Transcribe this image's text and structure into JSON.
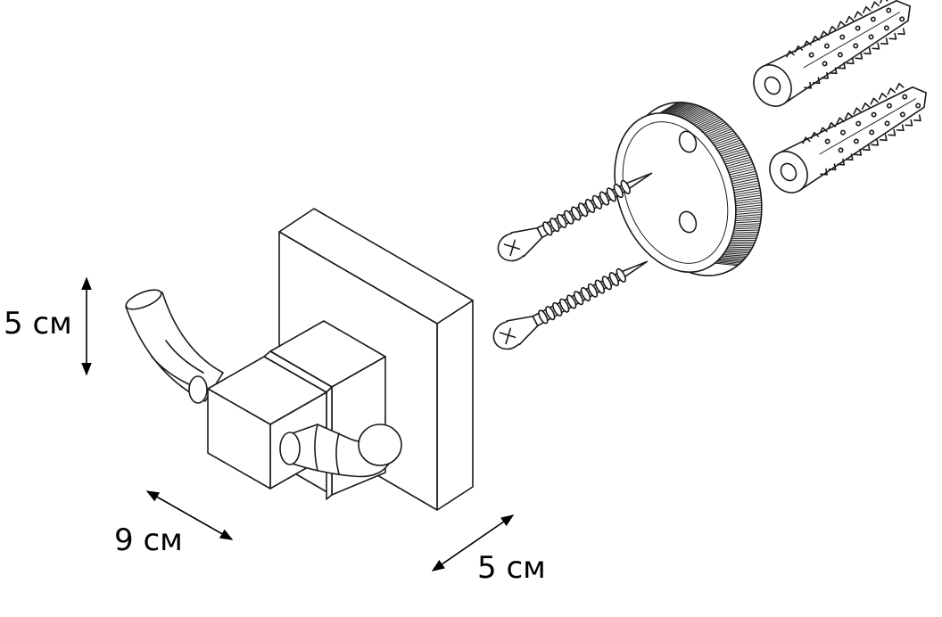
{
  "dimensions": {
    "height": "5 см",
    "width": "9 см",
    "depth": "5 см"
  },
  "colors": {
    "line": "#1a1a1a",
    "background": "#ffffff"
  }
}
